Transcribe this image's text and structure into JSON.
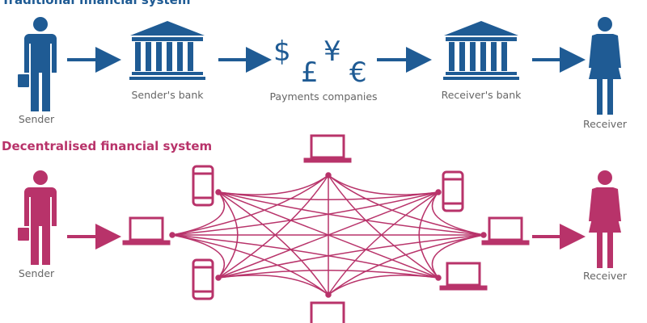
{
  "colors": {
    "traditional": "#1f5b94",
    "decentralised": "#b8336a",
    "label": "#666666"
  },
  "traditional": {
    "title": "Traditional financial system",
    "sender": "Sender",
    "sender_bank": "Sender's bank",
    "payments": "Payments companies",
    "currency_symbols": [
      "$",
      "£",
      "¥",
      "€"
    ],
    "receiver_bank": "Receiver's bank",
    "receiver": "Receiver"
  },
  "decentralised": {
    "title": "Decentralised financial system",
    "sender": "Sender",
    "receiver": "Receiver"
  }
}
